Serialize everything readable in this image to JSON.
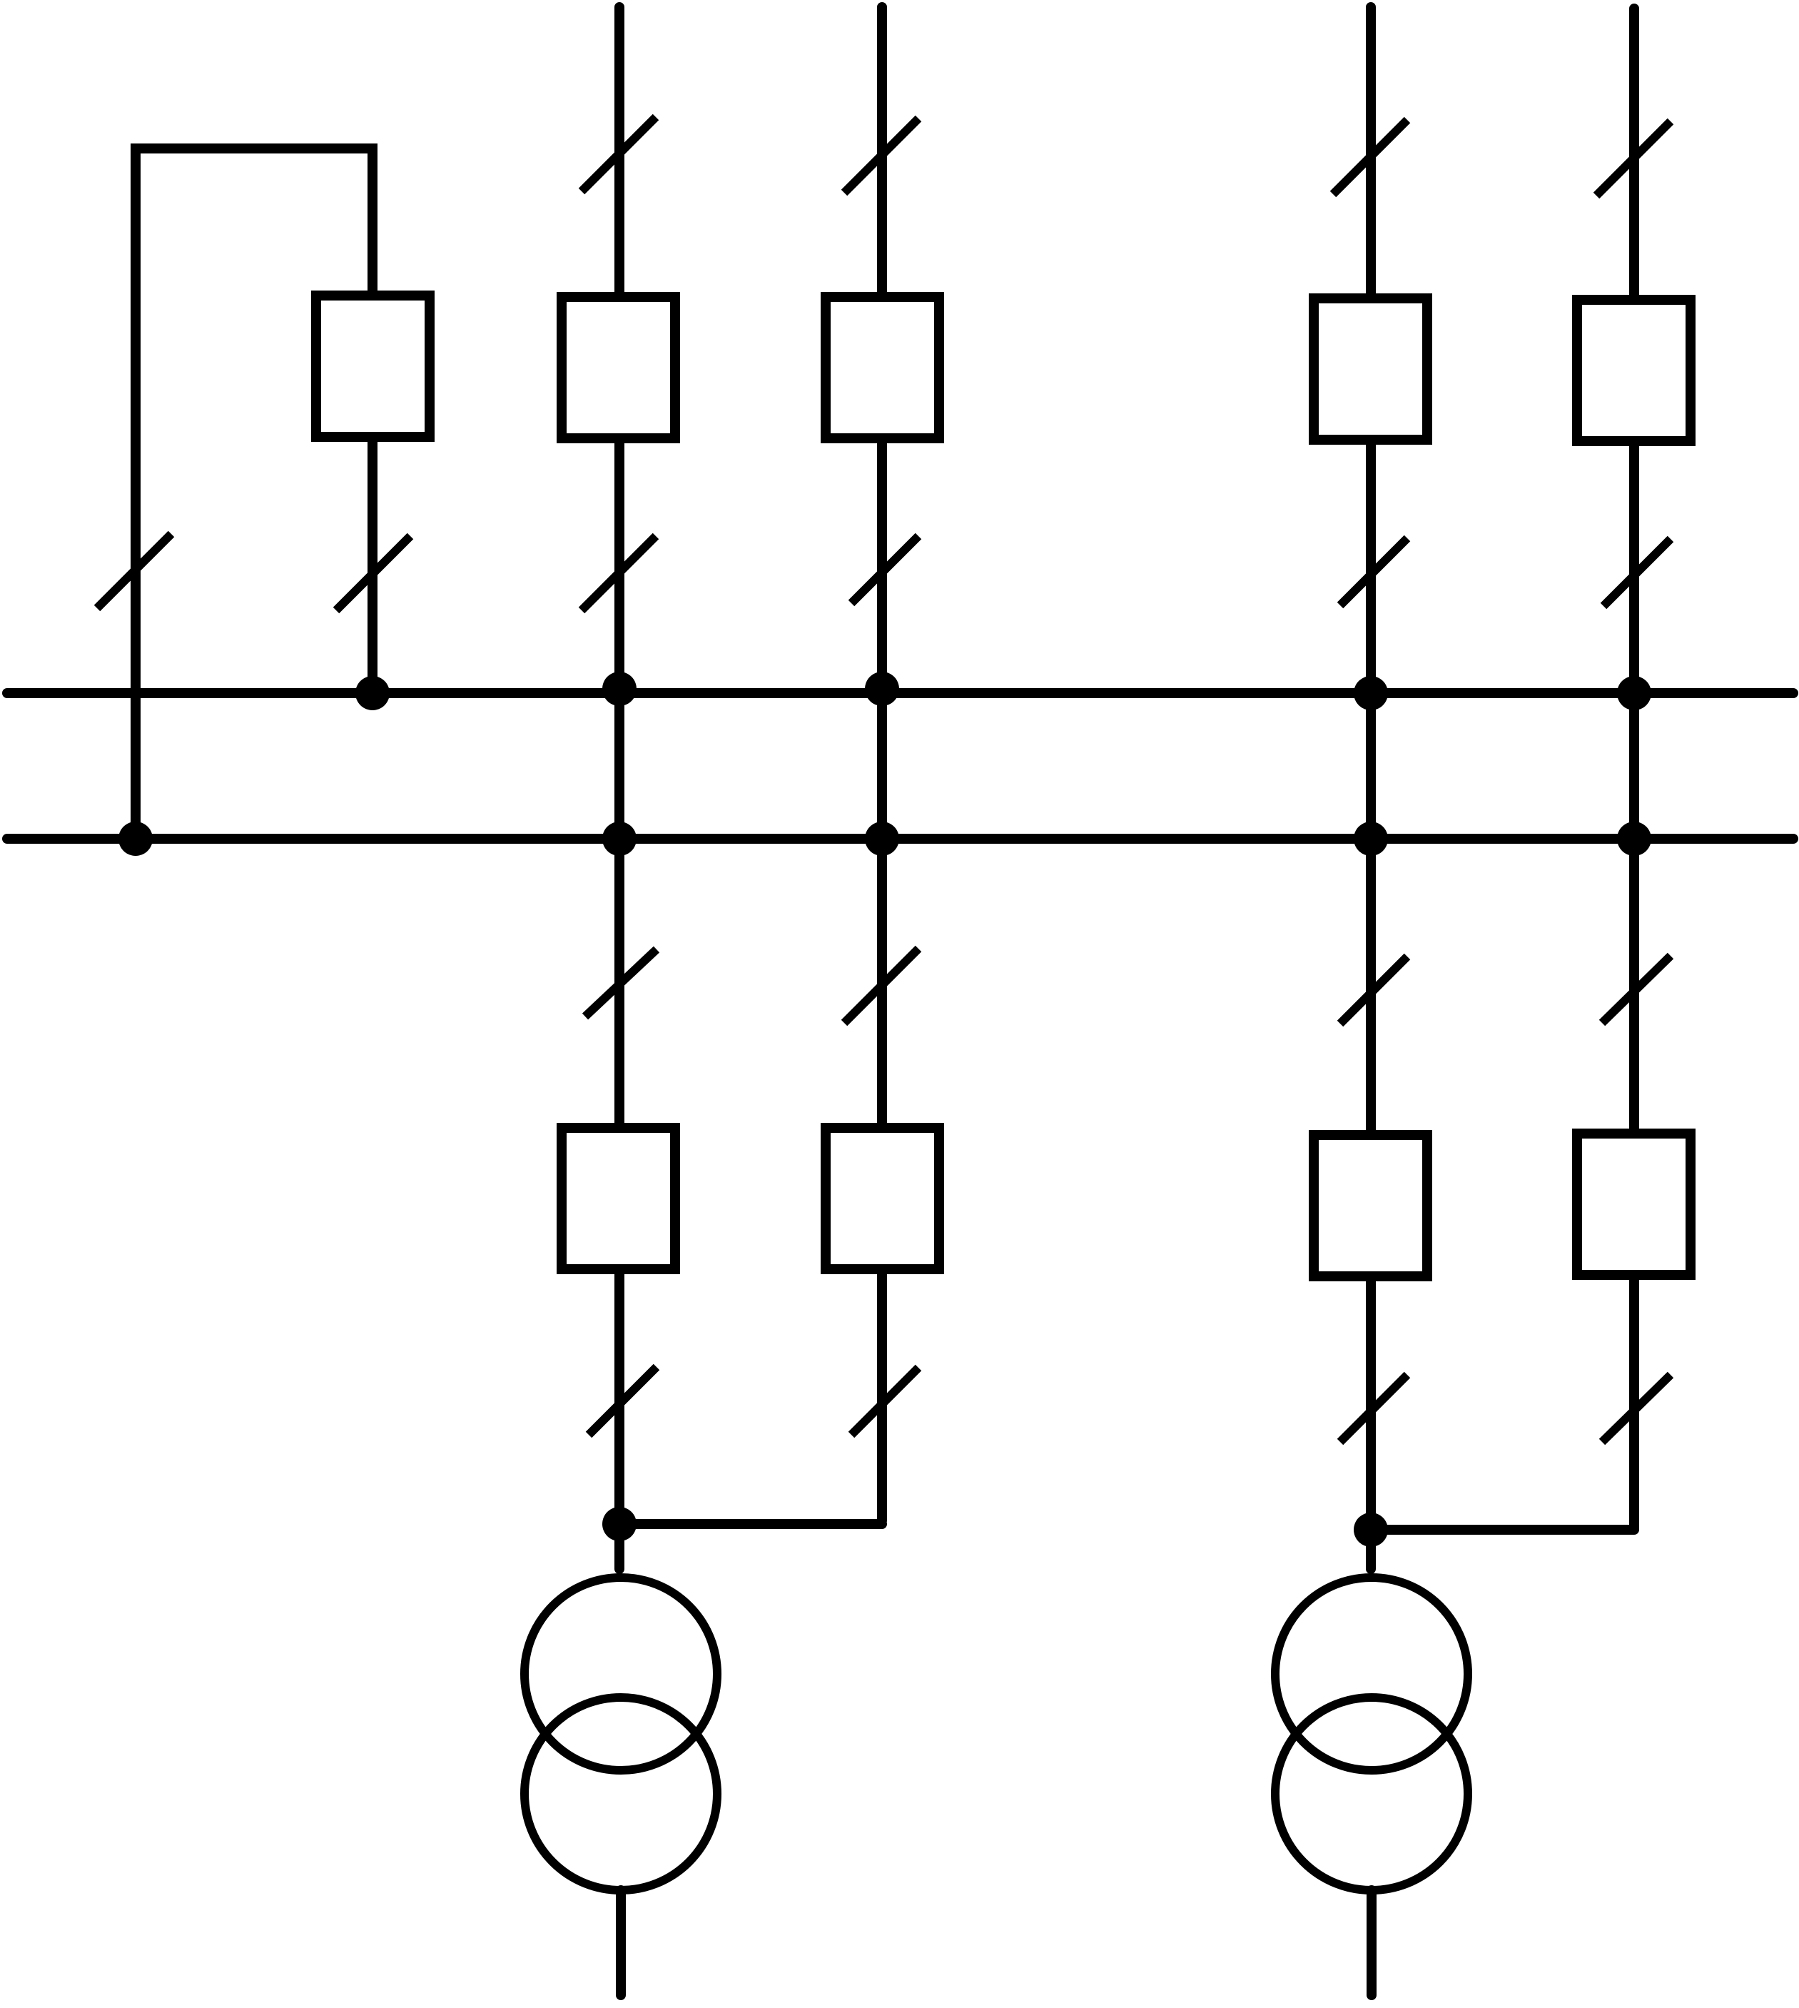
{
  "diagram": {
    "type": "single-line electrical switchgear schematic",
    "colors": {
      "line": "#000000",
      "background": "#ffffff"
    },
    "busbars": [
      {
        "id": "busbar-upper"
      },
      {
        "id": "busbar-lower"
      }
    ],
    "bays": [
      {
        "id": "bus-coupler-bay",
        "components": [
          "coupler-disconnect-lower-bus",
          "coupler-breaker",
          "coupler-disconnect-upper-bus"
        ]
      },
      {
        "id": "feeder-bay-1",
        "components": [
          "line-disconnect",
          "breaker",
          "bus-disconnect"
        ]
      },
      {
        "id": "feeder-bay-2",
        "components": [
          "line-disconnect",
          "breaker",
          "bus-disconnect"
        ]
      },
      {
        "id": "feeder-bay-3",
        "components": [
          "line-disconnect",
          "breaker",
          "bus-disconnect"
        ]
      },
      {
        "id": "feeder-bay-4",
        "components": [
          "line-disconnect",
          "breaker",
          "bus-disconnect"
        ]
      },
      {
        "id": "transformer-bay-1a",
        "components": [
          "bus-disconnect",
          "breaker",
          "disconnect"
        ]
      },
      {
        "id": "transformer-bay-1b",
        "components": [
          "bus-disconnect",
          "breaker",
          "disconnect"
        ]
      },
      {
        "id": "transformer-bay-2a",
        "components": [
          "bus-disconnect",
          "breaker",
          "disconnect"
        ]
      },
      {
        "id": "transformer-bay-2b",
        "components": [
          "bus-disconnect",
          "breaker",
          "disconnect"
        ]
      }
    ],
    "transformers": [
      {
        "id": "transformer-1",
        "symbol": "two-winding-transformer-icon"
      },
      {
        "id": "transformer-2",
        "symbol": "two-winding-transformer-icon"
      }
    ]
  }
}
